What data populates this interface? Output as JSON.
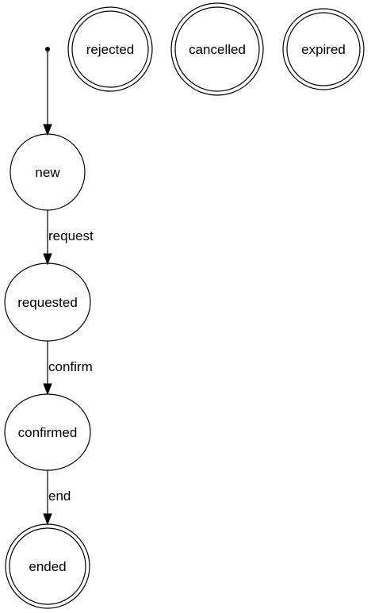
{
  "diagram": {
    "type": "state-machine",
    "colors": {
      "stroke": "#000000",
      "background": "#ffffff",
      "text": "#000000"
    },
    "initial_state": "new",
    "states": {
      "rejected": {
        "label": "rejected",
        "final": true
      },
      "cancelled": {
        "label": "cancelled",
        "final": true
      },
      "expired": {
        "label": "expired",
        "final": true
      },
      "new": {
        "label": "new",
        "final": false
      },
      "requested": {
        "label": "requested",
        "final": false
      },
      "confirmed": {
        "label": "confirmed",
        "final": false
      },
      "ended": {
        "label": "ended",
        "final": true
      }
    },
    "transitions": [
      {
        "from": "new",
        "to": "requested",
        "label": "request"
      },
      {
        "from": "requested",
        "to": "confirmed",
        "label": "confirm"
      },
      {
        "from": "confirmed",
        "to": "ended",
        "label": "end"
      }
    ]
  }
}
